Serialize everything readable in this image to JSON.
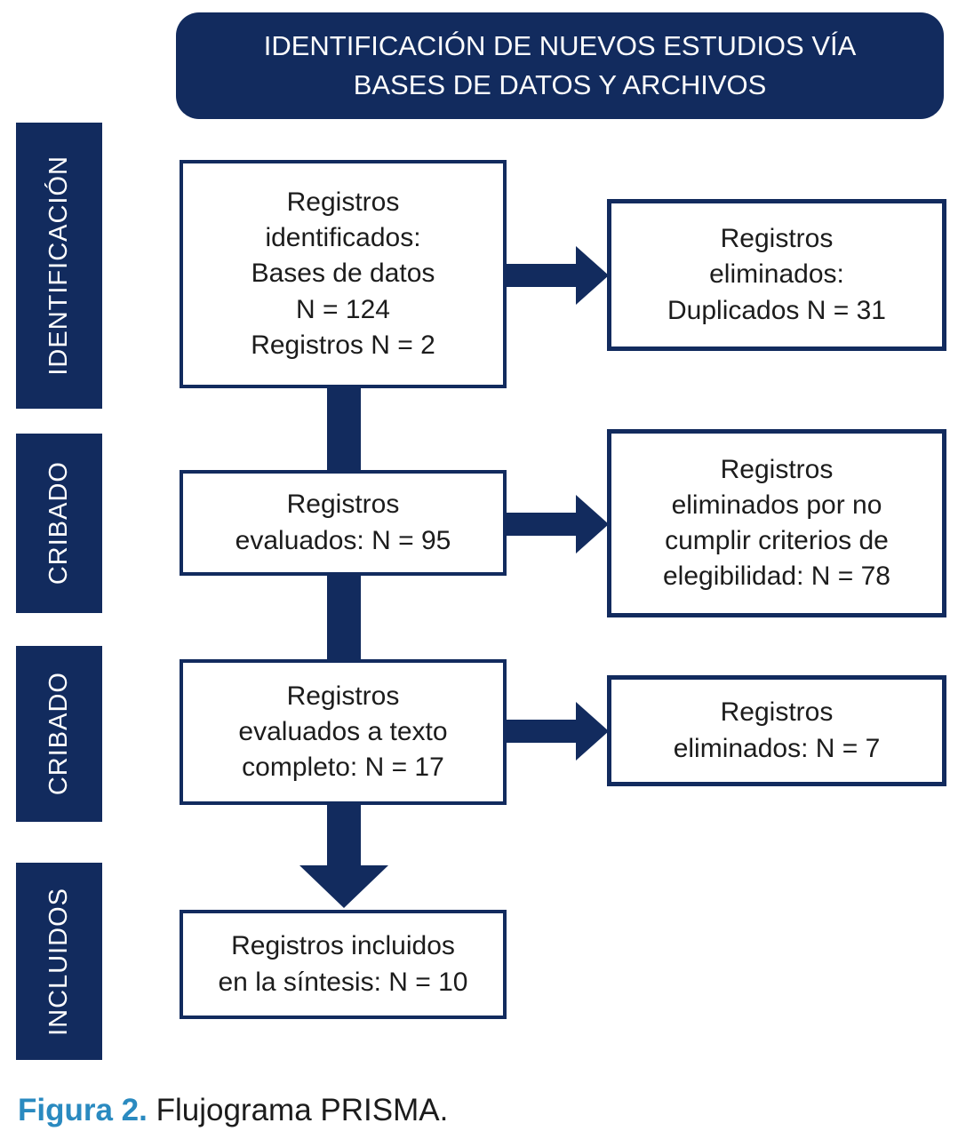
{
  "header": {
    "title": "IDENTIFICACIÓN DE NUEVOS ESTUDIOS VÍA BASES DE DATOS Y ARCHIVOS"
  },
  "stage_labels": [
    {
      "label": "IDENTIFICACIÓN"
    },
    {
      "label": "CRIBADO"
    },
    {
      "label": "CRIBADO"
    },
    {
      "label": "INCLUIDOS"
    }
  ],
  "main_boxes": [
    {
      "text": "Registros\nidentificados:\nBases de datos\nN = 124\nRegistros N = 2"
    },
    {
      "text": "Registros\nevaluados: N = 95"
    },
    {
      "text": "Registros\nevaluados a texto\ncompleto: N = 17"
    },
    {
      "text": "Registros incluidos\nen la síntesis: N = 10"
    }
  ],
  "side_boxes": [
    {
      "text": "Registros\neliminados:\nDuplicados N = 31"
    },
    {
      "text": "Registros\neliminados por no\ncumplir criterios de\nelegibilidad: N = 78"
    },
    {
      "text": "Registros\neliminados: N = 7"
    }
  ],
  "caption": {
    "label": "Figura 2.",
    "text": " Flujograma PRISMA."
  },
  "colors": {
    "navy": "#122b5e",
    "caption_blue": "#2a8ac0",
    "text": "#1c1c1c"
  }
}
